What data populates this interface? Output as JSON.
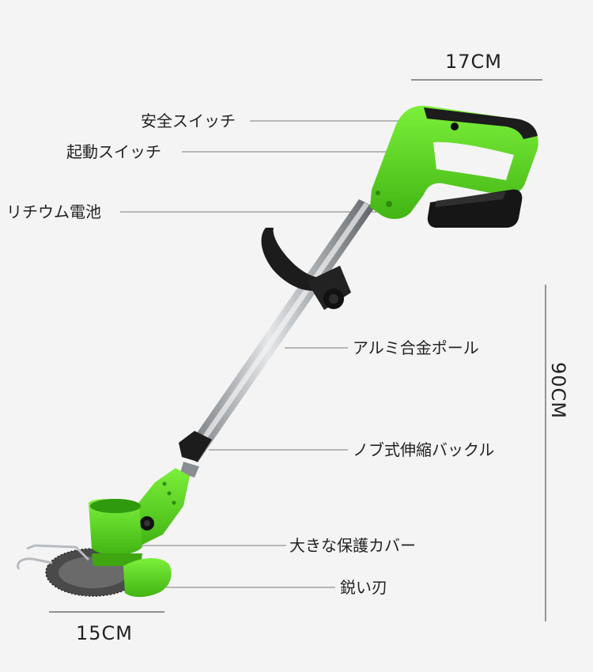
{
  "dimensions": {
    "handle_width": "17CM",
    "overall_length": "90CM",
    "head_width": "15CM"
  },
  "callouts": {
    "safety_switch": "安全スイッチ",
    "start_switch": "起動スイッチ",
    "lithium_battery": "リチウム電池",
    "aluminum_pole": "アルミ合金ポール",
    "telescopic_buckle": "ノブ式伸縮バックル",
    "protective_cover": "大きな保護カバー",
    "sharp_blade": "鋭い刃"
  },
  "colors": {
    "body_green": "#5fe01e",
    "dark_green": "#3fa612",
    "handle_black": "#1c1c1c",
    "pole_silver": "#9a9ea3",
    "leader_line": "#7a7a7a",
    "background": "#f4f4f4"
  }
}
